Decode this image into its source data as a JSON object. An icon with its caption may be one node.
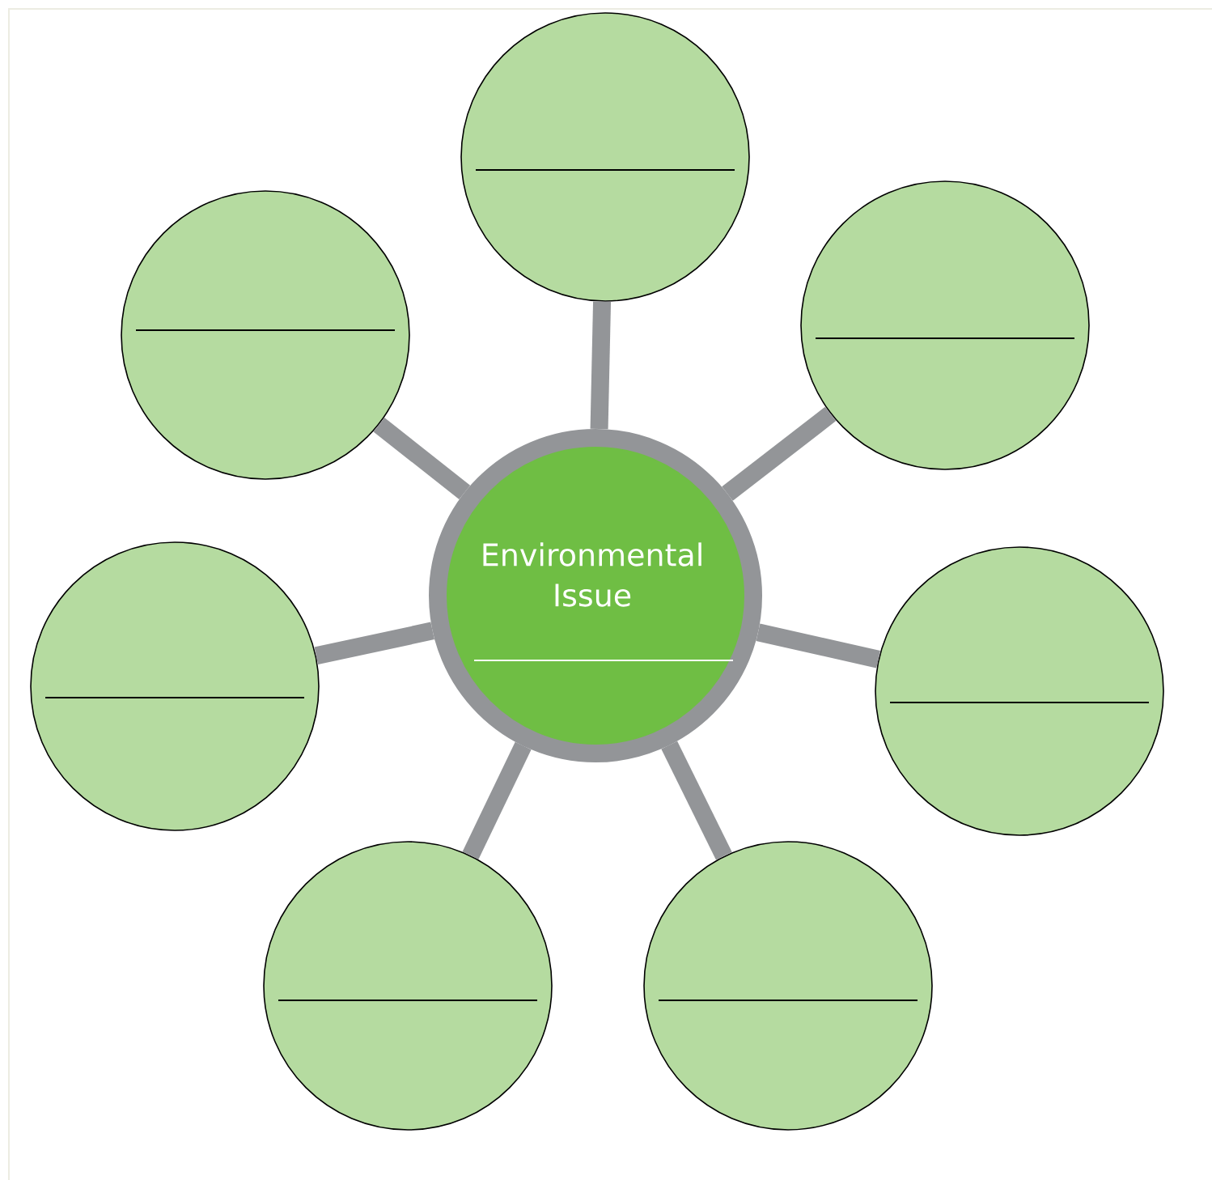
{
  "diagram": {
    "nodes": [
      {
        "text": [
          "Environmental Issue"
        ]
      },
      {
        "text": [],
        "shape": "circle"
      },
      {
        "text": [],
        "shape": "circle"
      },
      {
        "text": [],
        "shape": "circle"
      },
      {
        "text": [],
        "shape": "circle"
      },
      {
        "text": [],
        "shape": "circle"
      },
      {
        "text": [],
        "shape": "circle"
      },
      {
        "text": [],
        "shape": "circle"
      }
    ],
    "edges": [
      {
        "from": 0,
        "to": 1,
        "arrow": "none"
      },
      {
        "from": 0,
        "to": 2,
        "arrow": "none"
      },
      {
        "from": 0,
        "to": 3,
        "arrow": "none"
      },
      {
        "from": 0,
        "to": 4,
        "arrow": "none"
      },
      {
        "from": 0,
        "to": 5,
        "arrow": "none"
      },
      {
        "from": 0,
        "to": 6,
        "arrow": "none"
      },
      {
        "from": 0,
        "to": 7,
        "arrow": "none"
      }
    ]
  }
}
